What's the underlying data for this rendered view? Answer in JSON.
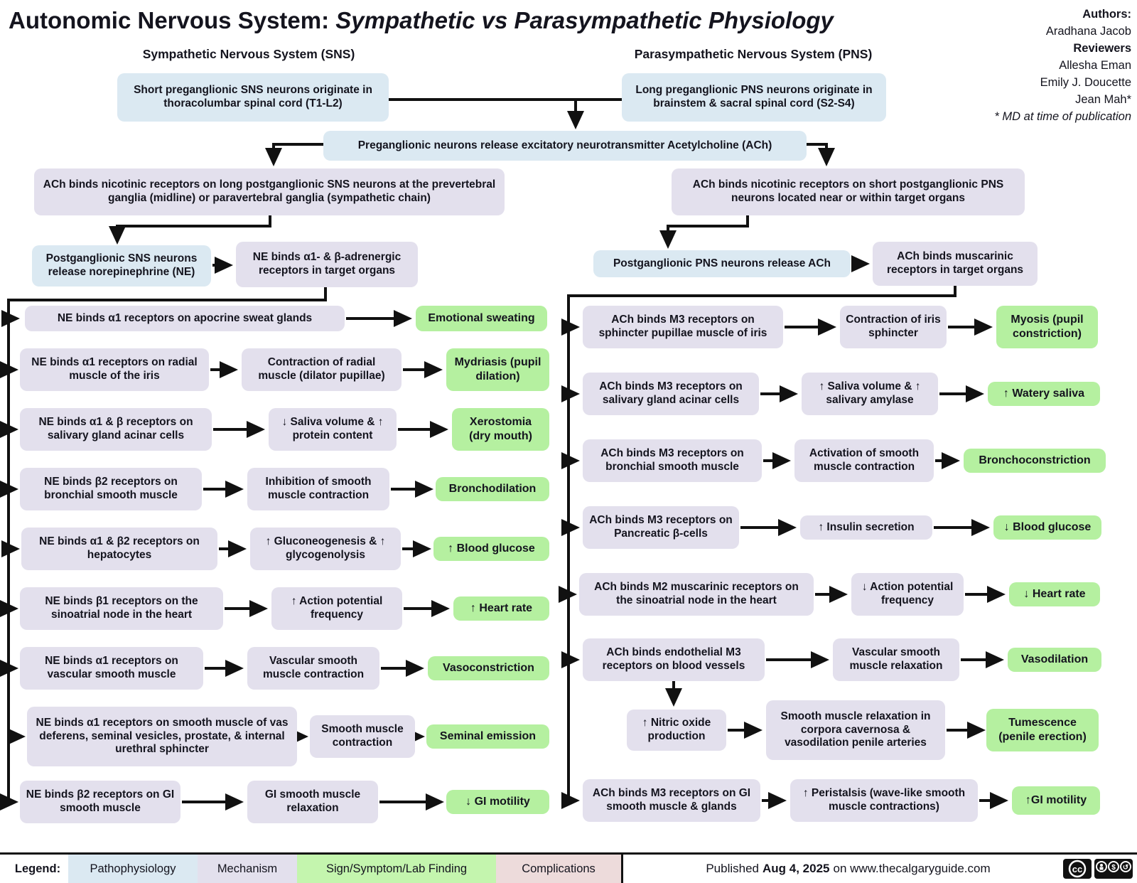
{
  "title": {
    "prefix": "Autonomic Nervous System:",
    "emphasis": "Sympathetic vs Parasympathetic Physiology"
  },
  "credits": {
    "authors_label": "Authors:",
    "author": "Aradhana Jacob",
    "reviewers_label": "Reviewers",
    "reviewer1": "Allesha Eman",
    "reviewer2": "Emily J. Doucette",
    "reviewer3": "Jean Mah*",
    "note": "* MD at time of publication"
  },
  "columns": {
    "sns": {
      "header": "Sympathetic Nervous System (SNS)",
      "origin": "Short preganglionic SNS neurons originate in thoracolumbar spinal cord (T1-L2)",
      "ganglia": "ACh binds nicotinic receptors on long postganglionic SNS neurons at the prevertebral ganglia (midline) or paravertebral ganglia (sympathetic chain)",
      "postganglionic": "Postganglionic SNS neurons release norepinephrine (NE)",
      "receptor_binding": "NE binds α1- & β-adrenergic receptors in target organs"
    },
    "pns": {
      "header": "Parasympathetic Nervous System (PNS)",
      "origin": "Long preganglionic PNS neurons originate in brainstem & sacral spinal cord (S2-S4)",
      "ganglia": "ACh binds nicotinic receptors on short postganglionic PNS neurons located near or within target organs",
      "postganglionic": "Postganglionic PNS neurons release ACh",
      "receptor_binding": "ACh binds muscarinic receptors in target organs"
    },
    "shared_release": "Preganglionic neurons release excitatory neurotransmitter Acetylcholine (ACh)"
  },
  "left_rows": [
    {
      "cause": "NE binds α1 receptors on apocrine sweat glands",
      "mid": "",
      "effect": "Emotional sweating"
    },
    {
      "cause": "NE binds α1 receptors on radial muscle of the iris",
      "mid": "Contraction of radial muscle (dilator pupillae)",
      "effect": "Mydriasis (pupil dilation)"
    },
    {
      "cause": "NE binds α1 & β receptors on salivary gland acinar cells",
      "mid": "↓ Saliva volume & ↑ protein content",
      "effect": "Xerostomia (dry mouth)"
    },
    {
      "cause": "NE binds β2 receptors on bronchial smooth muscle",
      "mid": "Inhibition of smooth muscle contraction",
      "effect": "Bronchodilation"
    },
    {
      "cause": "NE binds α1 & β2 receptors on hepatocytes",
      "mid": "↑ Gluconeogenesis & ↑ glycogenolysis",
      "effect": "↑ Blood glucose"
    },
    {
      "cause": "NE binds β1 receptors on the sinoatrial node in the heart",
      "mid": "↑ Action potential frequency",
      "effect": "↑ Heart rate"
    },
    {
      "cause": "NE binds α1 receptors on vascular smooth muscle",
      "mid": "Vascular smooth muscle contraction",
      "effect": "Vasoconstriction"
    },
    {
      "cause": "NE binds α1 receptors on smooth muscle of vas deferens, seminal vesicles, prostate, & internal urethral sphincter",
      "mid": "Smooth muscle contraction",
      "effect": "Seminal emission"
    },
    {
      "cause": "NE binds β2 receptors on GI smooth muscle",
      "mid": "GI smooth muscle relaxation",
      "effect": "↓ GI motility"
    }
  ],
  "right_rows": [
    {
      "cause": "ACh binds M3 receptors on sphincter pupillae muscle of iris",
      "mid": "Contraction of iris sphincter",
      "effect": "Myosis (pupil constriction)"
    },
    {
      "cause": "ACh binds M3 receptors on salivary gland acinar cells",
      "mid": "↑ Saliva volume & ↑ salivary amylase",
      "effect": "↑ Watery saliva"
    },
    {
      "cause": "ACh binds M3 receptors on bronchial smooth muscle",
      "mid": "Activation of smooth muscle contraction",
      "effect": "Bronchoconstriction"
    },
    {
      "cause": "ACh binds M3 receptors on Pancreatic β-cells",
      "mid": "↑ Insulin secretion",
      "effect": "↓ Blood glucose"
    },
    {
      "cause": "ACh binds M2 muscarinic receptors on the sinoatrial node in the heart",
      "mid": "↓ Action potential frequency",
      "effect": "↓ Heart rate"
    },
    {
      "cause": "ACh binds endothelial M3 receptors on blood vessels",
      "mid": "Vascular smooth muscle relaxation",
      "effect": "Vasodilation"
    },
    {
      "cause": "↑ Nitric oxide production",
      "mid": "Smooth muscle relaxation in corpora cavernosa & vasodilation penile arteries",
      "effect": "Tumescence (penile erection)"
    },
    {
      "cause": "ACh binds M3 receptors on GI smooth muscle & glands",
      "mid": "↑ Peristalsis (wave-like smooth muscle contractions)",
      "effect": "↑GI motility"
    }
  ],
  "legend": {
    "label": "Legend:",
    "items": [
      {
        "label": "Pathophysiology",
        "color": "#dbe9f2"
      },
      {
        "label": "Mechanism",
        "color": "#e3e0ed"
      },
      {
        "label": "Sign/Symptom/Lab Finding",
        "color": "#c4f5ae"
      },
      {
        "label": "Complications",
        "color": "#eddbdb"
      }
    ]
  },
  "footer": {
    "published_prefix": "Published",
    "published_date": "Aug 4, 2025",
    "published_suffix": "on www.thecalgaryguide.com",
    "license": "CC BY-NC-SA"
  }
}
